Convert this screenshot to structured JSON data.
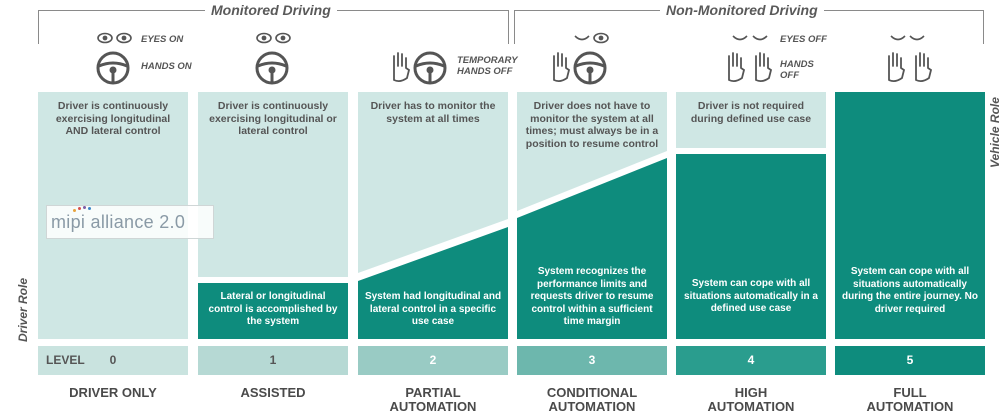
{
  "groups": {
    "monitored": "Monitored Driving",
    "non_monitored": "Non-Monitored Driving"
  },
  "icon_labels": {
    "eyes_on": "EYES ON",
    "hands_on": "HANDS ON",
    "temporary_hands_off_1": "TEMPORARY",
    "temporary_hands_off_2": "HANDS OFF",
    "eyes_off": "EYES OFF",
    "hands_off_1": "HANDS",
    "hands_off_2": "OFF"
  },
  "side_labels": {
    "vehicle_role": "Vehicle Role",
    "driver_role": "Driver Role"
  },
  "level_prefix": "LEVEL",
  "watermark": "mipi alliance 2.0",
  "colors": {
    "driver": "#cfe7e4",
    "system": "#0e8c7d"
  },
  "levels": [
    {
      "number": "0",
      "category": [
        "DRIVER ONLY"
      ],
      "driver_text": "Driver is continuously exercising longitudinal AND lateral control",
      "system_text": "",
      "level_color": "#c9e3df",
      "level_text_color": "#555555"
    },
    {
      "number": "1",
      "category": [
        "ASSISTED"
      ],
      "driver_text": "Driver is continuously exercising longitudinal or lateral control",
      "system_text": "Lateral or longitudinal control is accomplished by the system",
      "level_color": "#b6d9d4",
      "level_text_color": "#555555"
    },
    {
      "number": "2",
      "category": [
        "PARTIAL",
        "AUTOMATION"
      ],
      "driver_text": "Driver has to monitor the system at all times",
      "system_text": "System had longitudinal and lateral control in a specific use case",
      "level_color": "#99cbc4",
      "level_text_color": "#ffffff"
    },
    {
      "number": "3",
      "category": [
        "CONDITIONAL",
        "AUTOMATION"
      ],
      "driver_text": "Driver does not have to monitor the system at all times; must always be in a position to resume control",
      "system_text": "System recognizes the performance limits and requests driver to resume control within a sufficient time margin",
      "level_color": "#6db7ad",
      "level_text_color": "#ffffff"
    },
    {
      "number": "4",
      "category": [
        "HIGH",
        "AUTOMATION"
      ],
      "driver_text": "Driver is not required during defined use case",
      "system_text": "System can cope with all situations automatically in a defined use case",
      "level_color": "#2a9d8e",
      "level_text_color": "#ffffff"
    },
    {
      "number": "5",
      "category": [
        "FULL",
        "AUTOMATION"
      ],
      "driver_text": "",
      "system_text": "System can cope with all situations automatically during the entire journey. No driver required",
      "level_color": "#0e8c7d",
      "level_text_color": "#ffffff"
    }
  ]
}
